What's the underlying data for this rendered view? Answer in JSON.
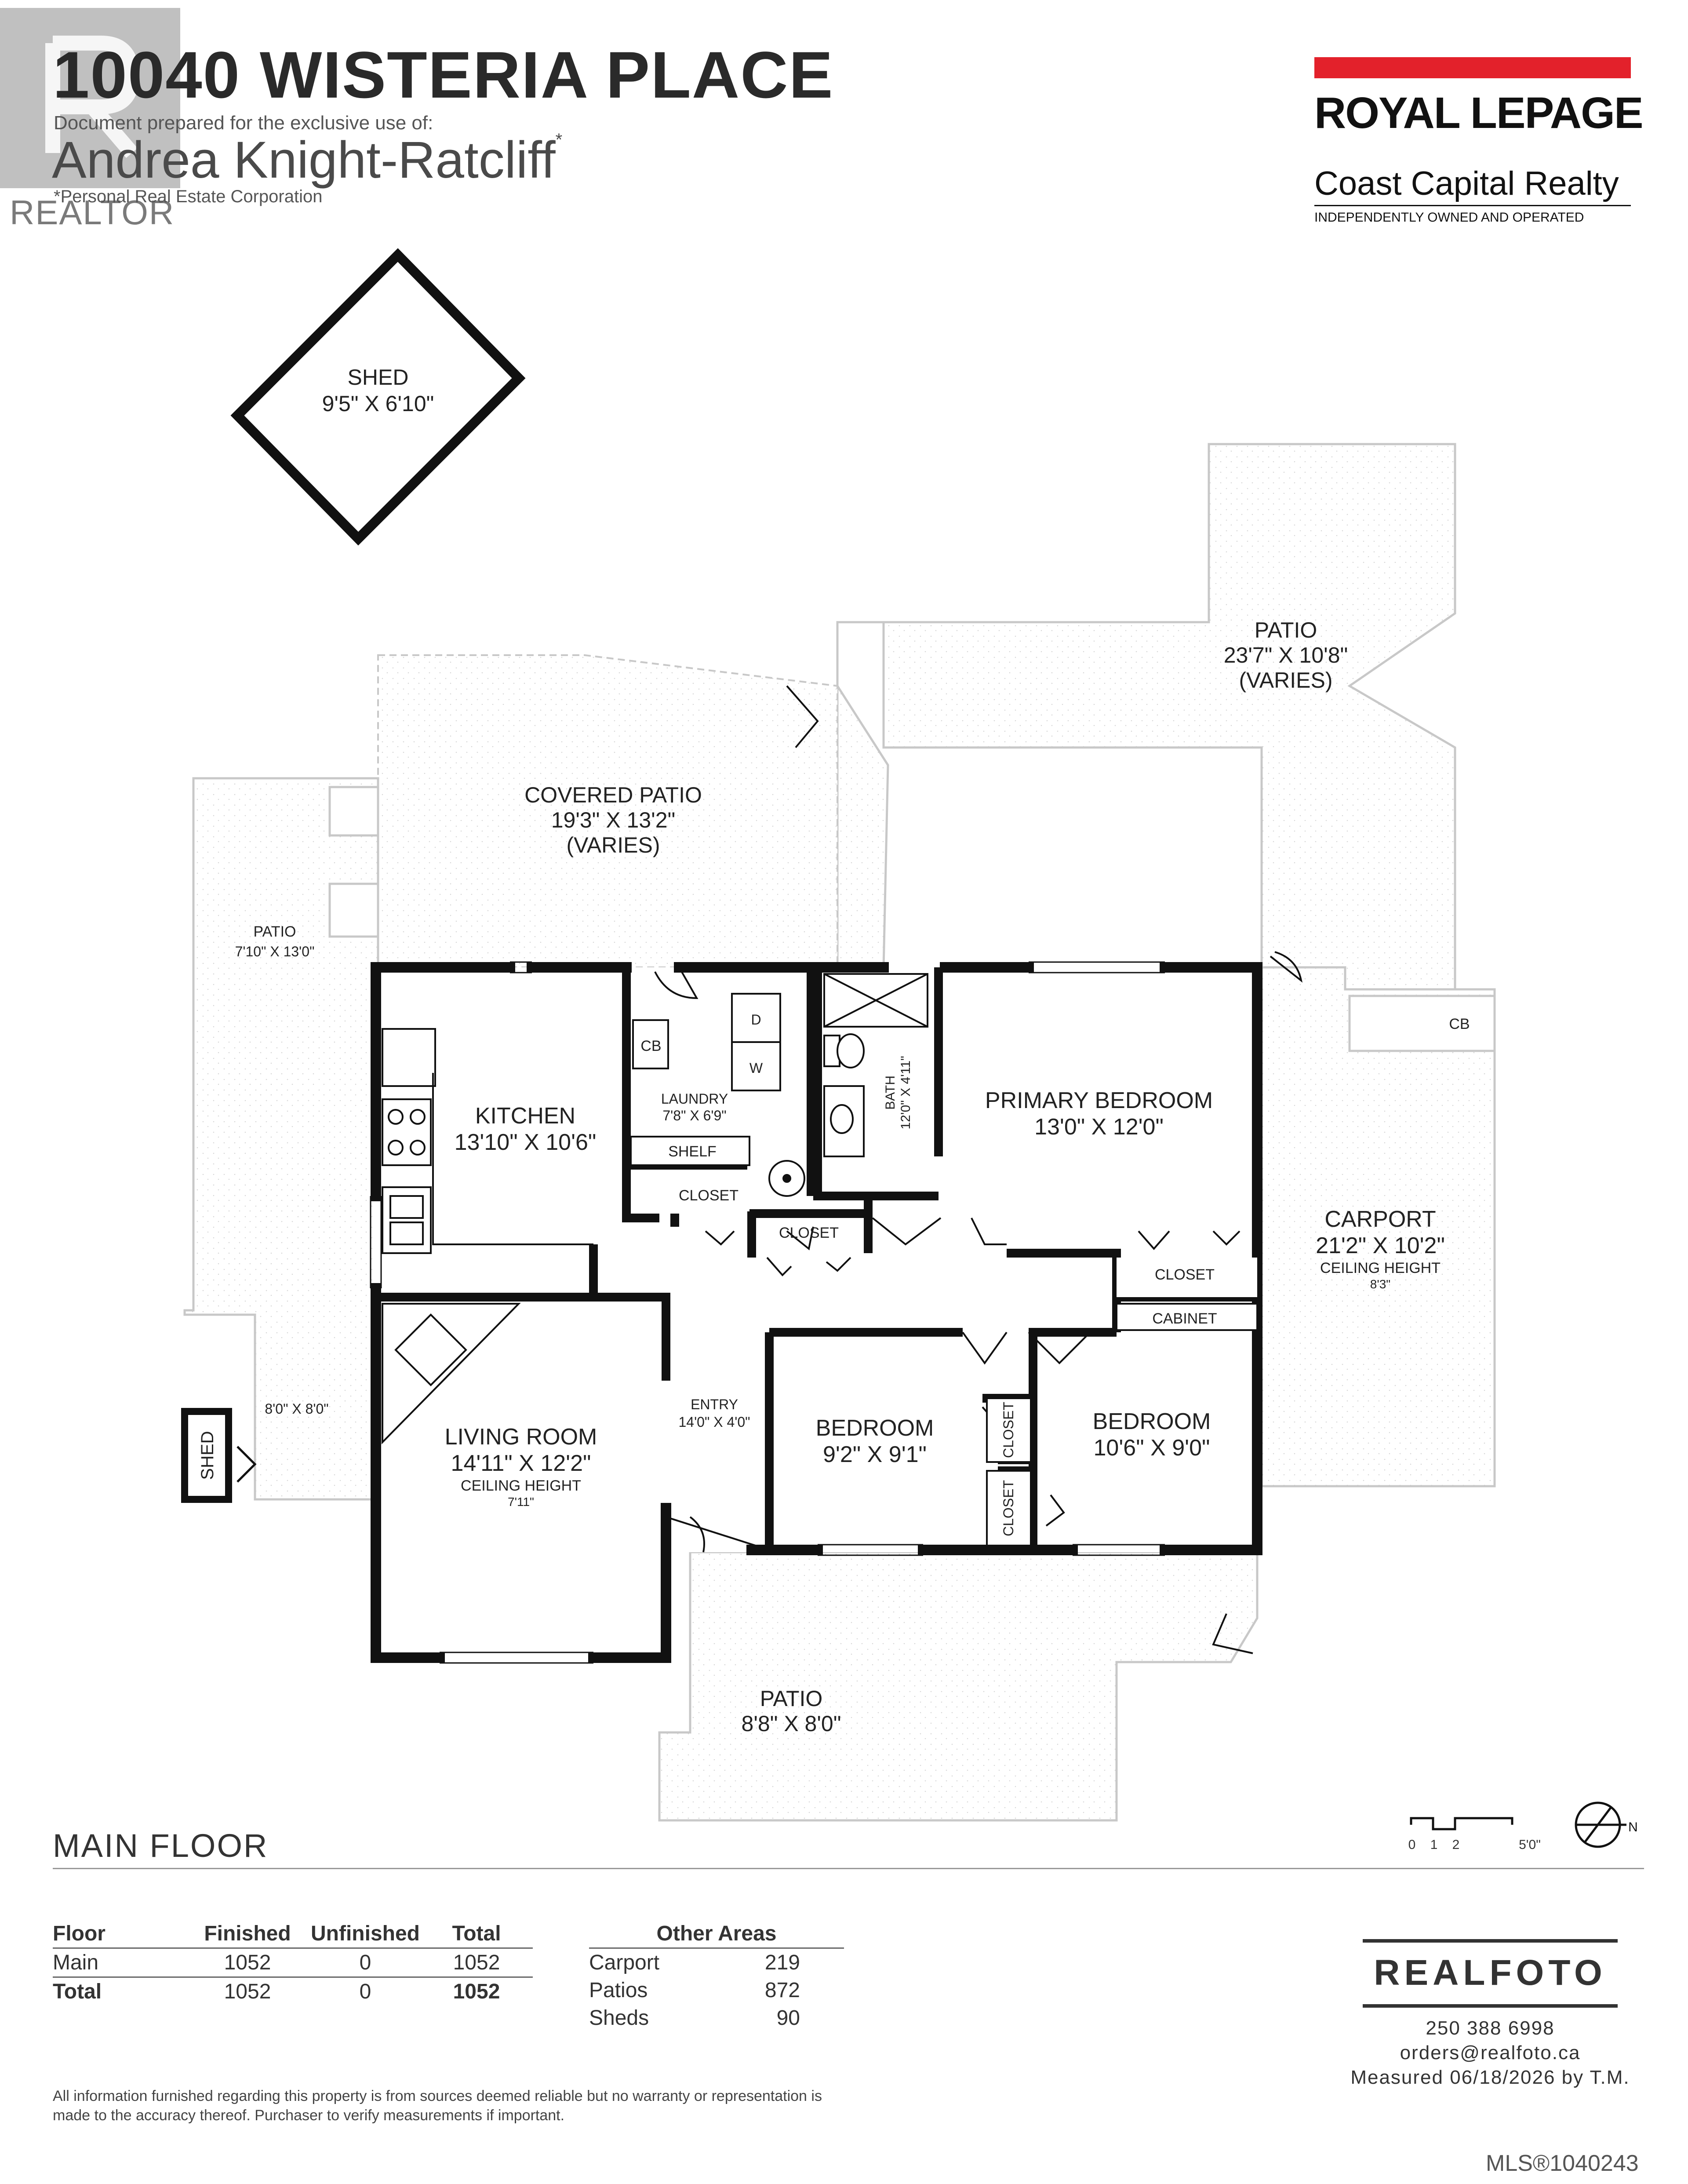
{
  "header": {
    "address": "10040 WISTERIA PLACE",
    "prepared_for": "Document prepared for the exclusive use of:",
    "agent_name": "Andrea Knight-Ratcliff",
    "agent_mark": "*",
    "corporation": "*Personal Real Estate Corporation",
    "realtor_logo_text": "REALTOR"
  },
  "brokerage": {
    "brand": "ROYAL LEPAGE",
    "office": "Coast Capital Realty",
    "tagline": "INDEPENDENTLY OWNED AND OPERATED",
    "accent_color": "#e3212b"
  },
  "plan": {
    "floor_name": "MAIN FLOOR",
    "rooms": {
      "shed_top": {
        "name": "SHED",
        "dims": "9'5\" X 6'10\""
      },
      "patio_top": {
        "name": "PATIO",
        "dims": "23'7\" X 10'8\"",
        "note": "(VARIES)"
      },
      "covered_patio": {
        "name": "COVERED PATIO",
        "dims": "19'3\" X 13'2\"",
        "note": "(VARIES)"
      },
      "patio_left": {
        "name": "PATIO",
        "dims": "7'10\" X 13'0\""
      },
      "kitchen": {
        "name": "KITCHEN",
        "dims": "13'10\" X 10'6\""
      },
      "laundry": {
        "name": "LAUNDRY",
        "dims": "7'8\" X 6'9\""
      },
      "bath": {
        "name": "BATH",
        "dims": "12'0\" X 4'11\""
      },
      "primary_bedroom": {
        "name": "PRIMARY BEDROOM",
        "dims": "13'0\" X 12'0\""
      },
      "carport": {
        "name": "CARPORT",
        "dims": "21'2\" X 10'2\"",
        "ceiling": "CEILING HEIGHT",
        "ceiling_value": "8'3\""
      },
      "living_room": {
        "name": "LIVING ROOM",
        "dims": "14'11\" X 12'2\"",
        "ceiling": "CEILING HEIGHT",
        "ceiling_value": "7'11\""
      },
      "entry": {
        "name": "ENTRY",
        "dims": "14'0\" X 4'0\""
      },
      "bedroom_1": {
        "name": "BEDROOM",
        "dims": "9'2\" X 9'1\""
      },
      "bedroom_2": {
        "name": "BEDROOM",
        "dims": "10'6\" X 9'0\""
      },
      "patio_bottom": {
        "name": "PATIO",
        "dims": "8'8\" X 8'0\""
      },
      "shed_small": {
        "name": "SHED",
        "dims": "8'0\" X 8'0\""
      }
    },
    "labels": {
      "cb": "CB",
      "shelf": "SHELF",
      "closet": "CLOSET",
      "cabinet": "CABINET",
      "dryer": "D",
      "washer": "W"
    },
    "scale": {
      "ticks": [
        "0",
        "1",
        "2",
        "5'0\""
      ],
      "north": "N"
    }
  },
  "areas": {
    "columns": [
      "Floor",
      "Finished",
      "Unfinished",
      "Total"
    ],
    "rows": [
      {
        "floor": "Main",
        "finished": "1052",
        "unfinished": "0",
        "total": "1052"
      },
      {
        "floor": "Total",
        "finished": "1052",
        "unfinished": "0",
        "total": "1052"
      }
    ],
    "other_title": "Other Areas",
    "other": [
      {
        "name": "Carport",
        "value": "219"
      },
      {
        "name": "Patios",
        "value": "872"
      },
      {
        "name": "Sheds",
        "value": "90"
      }
    ]
  },
  "disclaimer": "All information furnished regarding this property is from sources deemed reliable but no warranty or representation is made to the accuracy thereof. Purchaser to verify measurements if important.",
  "realfoto": {
    "brand": "REALFOTO",
    "phone": "250 388 6998",
    "email": "orders@realfoto.ca",
    "measured": "Measured 06/18/2026 by T.M."
  },
  "mls": "MLS®1040243"
}
